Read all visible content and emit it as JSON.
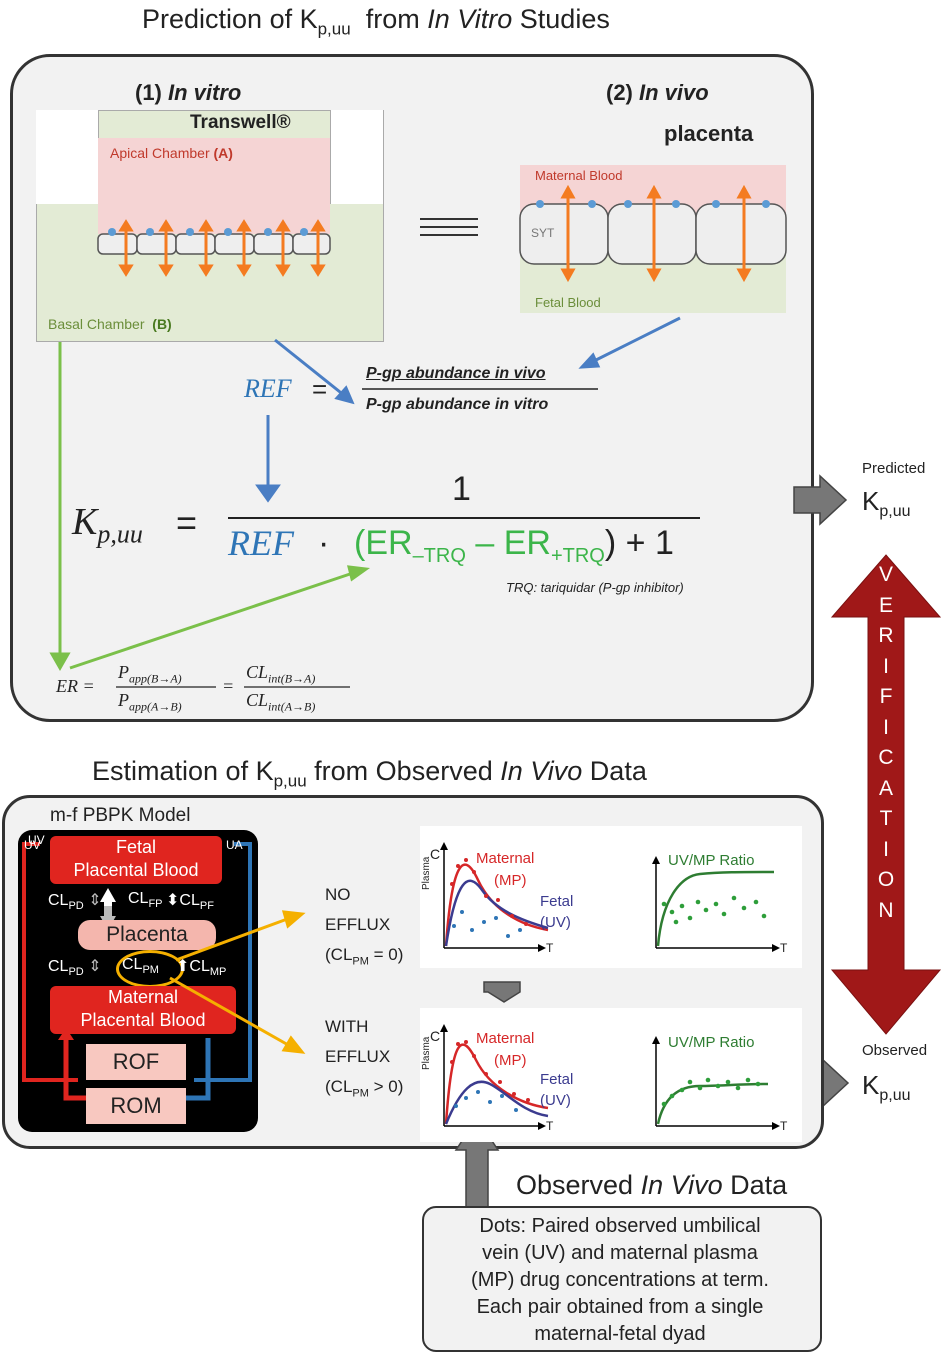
{
  "top": {
    "title_prefix": "Prediction of K",
    "title_sub": "p,uu",
    "title_mid": "from ",
    "title_italic": "In Vitro",
    "title_suffix": " Studies",
    "invitro_num": "(1) ",
    "invitro_label": "In vitro",
    "transwell": "Transwell®",
    "invivo_num": "(2) ",
    "invivo_label": "In vivo",
    "placenta": "placenta",
    "apical": "Apical Chamber",
    "apical_tag": "(A)",
    "basal": "Basal Chamber",
    "basal_tag": "(B)",
    "maternal_blood": "Maternal Blood",
    "fetal_blood": "Fetal Blood",
    "syt": "SYT",
    "ref": "REF",
    "equals": "=",
    "ref_num": "P-gp abundance  in vivo",
    "ref_den": "P-gp abundance in vitro",
    "kp": "K",
    "kp_sub": "p,uu",
    "one": "1",
    "dot": "·",
    "er_minus_a": "(ER",
    "er_minus_sub": "–TRQ",
    "minus": "–",
    "er_plus": "ER",
    "er_plus_sub": "+TRQ",
    "plus_one": ") + 1",
    "trq_note": "TRQ: tariquidar (P-gp inhibitor)",
    "er": "ER",
    "er_num1": "P",
    "er_num1_sub": "app(B→A)",
    "er_den1": "P",
    "er_den1_sub": "app(A→B)",
    "er_num2": "CL",
    "er_num2_sub": "int(B→A)",
    "er_den2": "CL",
    "er_den2_sub": "int(A→B)"
  },
  "bottom": {
    "title_prefix": "Estimation of K",
    "title_sub": "p,uu",
    "title_mid": " from Observed ",
    "title_italic": "In Vivo",
    "title_suffix": " Data",
    "model_label": "m-f PBPK Model",
    "uv": "UV",
    "ua": "UA",
    "fetal_pb_1": "Fetal",
    "fetal_pb_2": "Placental Blood",
    "cl_pd": "CL",
    "cl_pd_sub": "PD",
    "cl_fp": "CL",
    "cl_fp_sub": "FP",
    "cl_pf": "CL",
    "cl_pf_sub": "PF",
    "placenta": "Placenta",
    "cl_pm": "CL",
    "cl_pm_sub": "PM",
    "cl_mp": "CL",
    "cl_mp_sub": "MP",
    "maternal_pb_1": "Maternal",
    "maternal_pb_2": "Placental Blood",
    "rof": "ROF",
    "rom": "ROM",
    "no_efflux_1": "NO",
    "no_efflux_2": "EFFLUX",
    "no_efflux_3a": "(CL",
    "no_efflux_3sub": "PM",
    "no_efflux_3b": " = 0)",
    "with_efflux_1": "WITH",
    "with_efflux_2": "EFFLUX",
    "with_efflux_3a": "(CL",
    "with_efflux_3sub": "PM",
    "with_efflux_3b": " > 0)",
    "c_axis": "C",
    "plasma": "Plasma",
    "t_axis": "T",
    "maternal": "Maternal",
    "mp": "(MP)",
    "fetal": "Fetal",
    "uv_paren": "(UV)",
    "ratio": "UV/MP Ratio"
  },
  "right": {
    "predicted": "Predicted",
    "observed": "Observed",
    "k": "K",
    "k_sub": "p,uu",
    "verification": [
      "V",
      "E",
      "R",
      "I",
      "F",
      "I",
      "C",
      "A",
      "T",
      "I",
      "O",
      "N"
    ]
  },
  "observed_box": {
    "title_prefix": "Observed ",
    "title_italic": "In Vivo",
    "title_suffix": " Data",
    "line1": "Dots: Paired observed umbilical",
    "line2": "vein (UV) and maternal plasma",
    "line3": "(MP) drug concentrations at term.",
    "line4": "Each pair obtained from a single",
    "line5": "maternal-fetal dyad"
  },
  "colors": {
    "ref_blue": "#2e75b6",
    "er_green": "#3cb54a",
    "red_box": "#e0251f",
    "pink_box": "#f4b6ad",
    "verification": "#a01818",
    "orange": "#f47b20",
    "yellow": "#f5b000"
  }
}
